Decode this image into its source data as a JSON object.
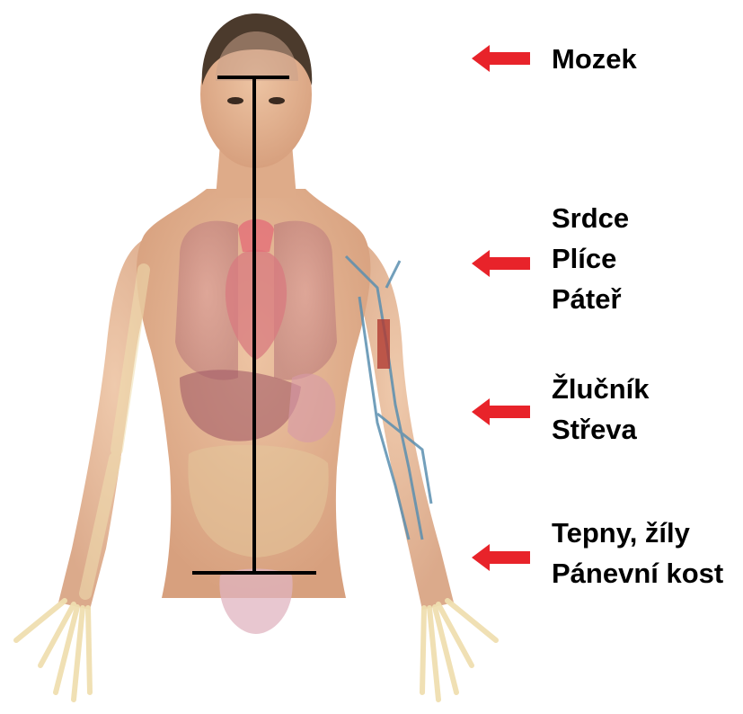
{
  "colors": {
    "arrow": "#e8232a",
    "skin": "#e2b190",
    "hair": "#4b3a2c",
    "organ": "#c9898a",
    "bone": "#f0dfb0",
    "vein": "#5a8fb0",
    "line": "#000000"
  },
  "labels": [
    {
      "items": [
        "Mozek"
      ]
    },
    {
      "items": [
        "Srdce",
        "Plíce",
        "Páteř"
      ]
    },
    {
      "items": [
        "Žlučník",
        "Střeva"
      ]
    },
    {
      "items": [
        "Tepny, žíly",
        "Pánevní kost"
      ]
    }
  ]
}
